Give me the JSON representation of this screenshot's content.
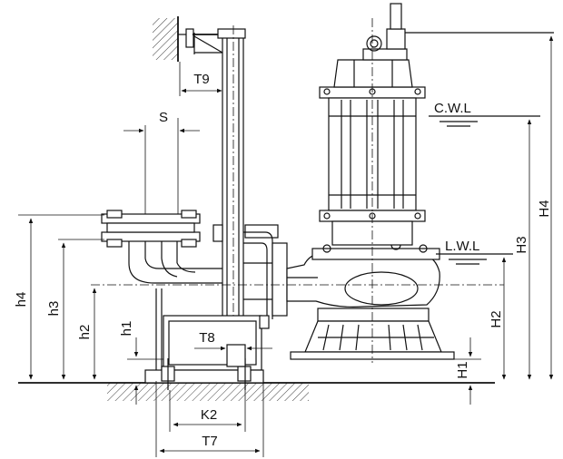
{
  "diagram": {
    "labels": {
      "t9": "T9",
      "s": "S",
      "cwl": "C.W.L",
      "lwl": "L.W.L",
      "h4_upper": "H4",
      "h3_upper": "H3",
      "h2_upper": "H2",
      "h1_upper": "H1",
      "h4_lower": "h4",
      "h3_lower": "h3",
      "h2_lower": "h2",
      "h1_lower": "h1",
      "t8": "T8",
      "k2": "K2",
      "t7": "T7"
    },
    "colors": {
      "ink": "#111111",
      "paper": "#ffffff"
    }
  }
}
